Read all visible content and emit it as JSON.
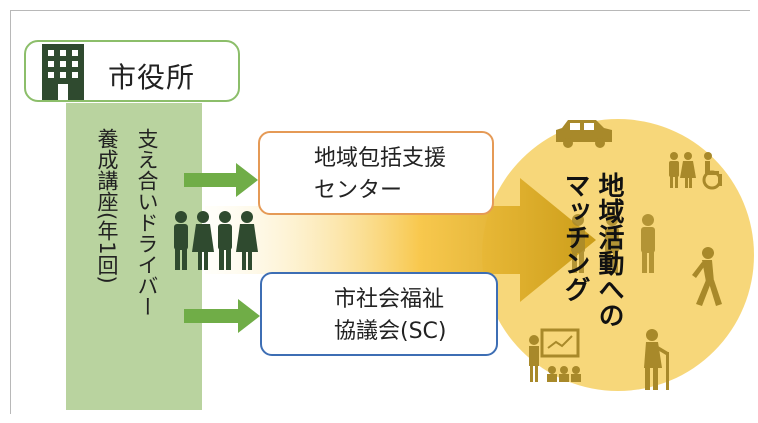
{
  "city_hall": {
    "label": "市役所"
  },
  "column_text": {
    "line1": "支え合いドライバー",
    "line2": "養成講座(年1回)"
  },
  "agency1": {
    "line1": "地域包括支援",
    "line2": "センター"
  },
  "agency2": {
    "line1": "市社会福祉",
    "line2": "協議会(SC)",
    "logo": "96"
  },
  "matching": {
    "line1": "地域活動への",
    "line2": "マッチング"
  },
  "colors": {
    "green": "#70ad47",
    "light_green": "#b9d39f",
    "orange": "#e59a56",
    "blue": "#3d6eb4",
    "gold": "#f6d36b",
    "olive": "#a8892a",
    "dark": "#2f4a2f"
  },
  "icons": [
    "building-icon",
    "location-pin-icon",
    "council-logo-icon",
    "people-group-icon",
    "car-icon",
    "family-icon",
    "wheelchair-icon",
    "walking-person-icon",
    "elderly-cane-icon",
    "teacher-icon"
  ]
}
